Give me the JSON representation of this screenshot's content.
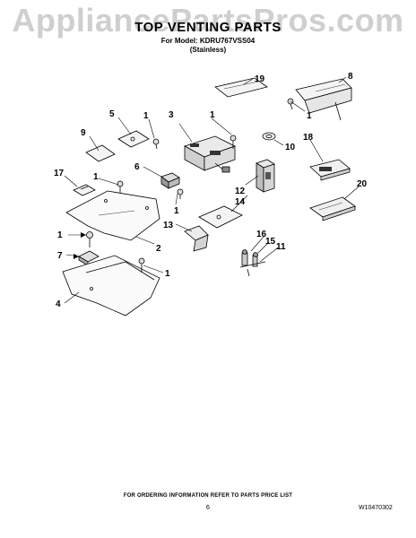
{
  "watermark": "AppliancePartsPros.com",
  "header": {
    "title": "TOP VENTING PARTS",
    "model_line": "For Model: KDRU767VSS04",
    "variant": "(Stainless)"
  },
  "callouts": [
    {
      "id": "c1a",
      "text": "1"
    },
    {
      "id": "c1b",
      "text": "1"
    },
    {
      "id": "c1c",
      "text": "1"
    },
    {
      "id": "c1d",
      "text": "1"
    },
    {
      "id": "c1e",
      "text": "1"
    },
    {
      "id": "c1f",
      "text": "1"
    },
    {
      "id": "c1g",
      "text": "1"
    },
    {
      "id": "c2",
      "text": "2"
    },
    {
      "id": "c3",
      "text": "3"
    },
    {
      "id": "c4",
      "text": "4"
    },
    {
      "id": "c5",
      "text": "5"
    },
    {
      "id": "c6",
      "text": "6"
    },
    {
      "id": "c7",
      "text": "7"
    },
    {
      "id": "c8",
      "text": "8"
    },
    {
      "id": "c9",
      "text": "9"
    },
    {
      "id": "c10",
      "text": "10"
    },
    {
      "id": "c11",
      "text": "11"
    },
    {
      "id": "c12",
      "text": "12"
    },
    {
      "id": "c13",
      "text": "13"
    },
    {
      "id": "c14",
      "text": "14"
    },
    {
      "id": "c15",
      "text": "15"
    },
    {
      "id": "c16",
      "text": "16"
    },
    {
      "id": "c17",
      "text": "17"
    },
    {
      "id": "c18",
      "text": "18"
    },
    {
      "id": "c19",
      "text": "19"
    },
    {
      "id": "c20",
      "text": "20"
    }
  ],
  "footer": {
    "note": "FOR ORDERING INFORMATION REFER TO PARTS PRICE LIST",
    "page": "6",
    "doc_number": "W10470302"
  }
}
